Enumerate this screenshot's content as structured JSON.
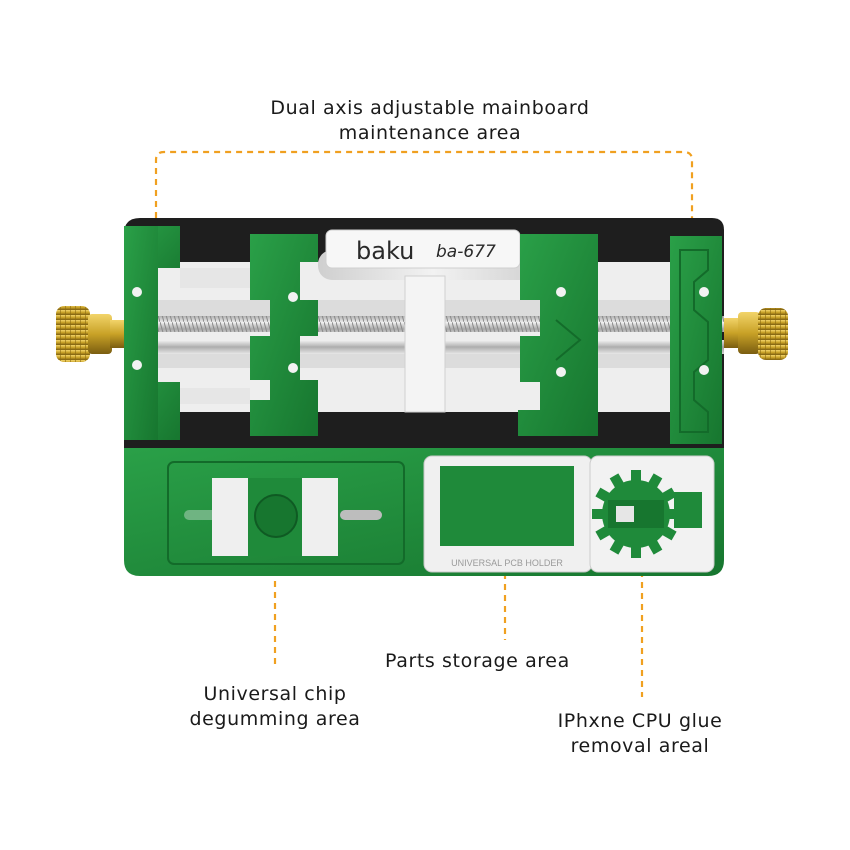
{
  "callouts": {
    "top": {
      "line1": "Dual axis adjustable mainboard",
      "line2": "maintenance area"
    },
    "chip": {
      "line1": "Universal chip",
      "line2": "degumming area"
    },
    "parts": {
      "line1": "Parts storage area"
    },
    "cpu": {
      "line1": "IPhxne CPU glue",
      "line2": "removal areal"
    }
  },
  "product": {
    "brand": "baku",
    "model": "ba-677",
    "holder_label": "UNIVERSAL PCB HOLDER"
  },
  "colors": {
    "pcb_green": "#1f8a3a",
    "pcb_dark_green": "#136b2a",
    "metal_black": "#1e1e1e",
    "brass_knob": "#c9a227",
    "leader_line": "#f0a020",
    "steel": "#d8d8d8"
  }
}
